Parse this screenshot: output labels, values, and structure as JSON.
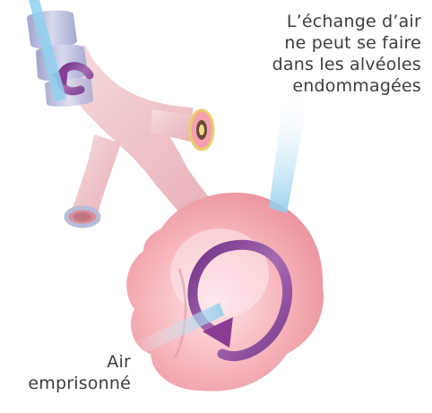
{
  "labels": {
    "top_line1": "L’échange d’air",
    "top_line2": "ne peut se faire",
    "top_line3": "dans les alvéoles",
    "top_line4": "endommagées",
    "bottom_line1": "Air",
    "bottom_line2": "emprisonné"
  },
  "colors": {
    "alveolus": "#f4a4ad",
    "bronchiole": "#efc8cc",
    "airway_ring": "#b9bbd6",
    "arrow": "#8a3c92",
    "pointer_beam": "#9fd6ef",
    "text": "#3d3d3d"
  }
}
